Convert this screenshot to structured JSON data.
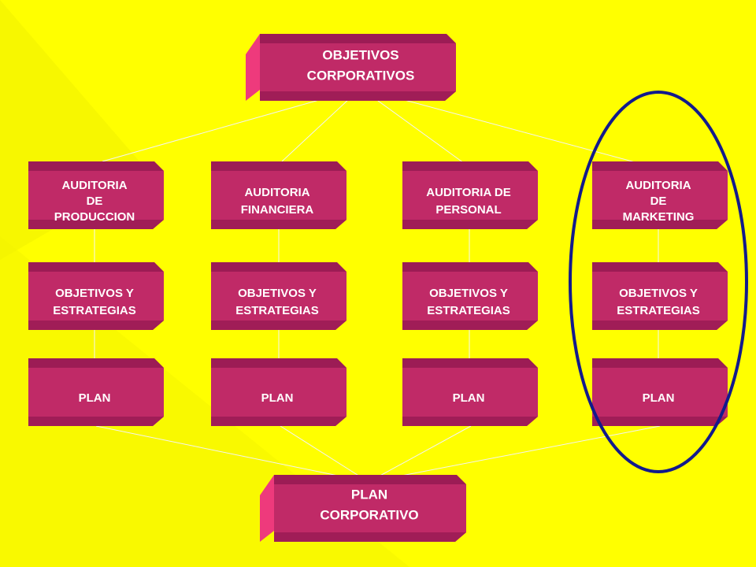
{
  "colors": {
    "background": "#ffff00",
    "box_front": "#c02a67",
    "box_top": "#9c1c55",
    "box_side": "#ee3a7c",
    "connector": "#f4f4f4",
    "highlight_ellipse": "#121a8c",
    "label": "#ffffff"
  },
  "top": {
    "lines": [
      "OBJETIVOS",
      "CORPORATIVOS"
    ]
  },
  "bottom": {
    "lines": [
      "PLAN",
      "CORPORATIVO"
    ]
  },
  "columns": [
    {
      "audit": [
        "AUDITORIA",
        "DE",
        "PRODUCCION"
      ],
      "objectives": [
        "OBJETIVOS Y",
        "ESTRATEGIAS"
      ],
      "plan": [
        "PLAN"
      ]
    },
    {
      "audit": [
        "AUDITORIA",
        "FINANCIERA"
      ],
      "objectives": [
        "OBJETIVOS Y",
        "ESTRATEGIAS"
      ],
      "plan": [
        "PLAN"
      ]
    },
    {
      "audit": [
        "AUDITORIA DE",
        "PERSONAL"
      ],
      "objectives": [
        "OBJETIVOS Y",
        "ESTRATEGIAS"
      ],
      "plan": [
        "PLAN"
      ]
    },
    {
      "audit": [
        "AUDITORIA",
        "DE",
        "MARKETING"
      ],
      "objectives": [
        "OBJETIVOS Y",
        "ESTRATEGIAS"
      ],
      "plan": [
        "PLAN"
      ]
    }
  ],
  "highlighted_column": 3
}
